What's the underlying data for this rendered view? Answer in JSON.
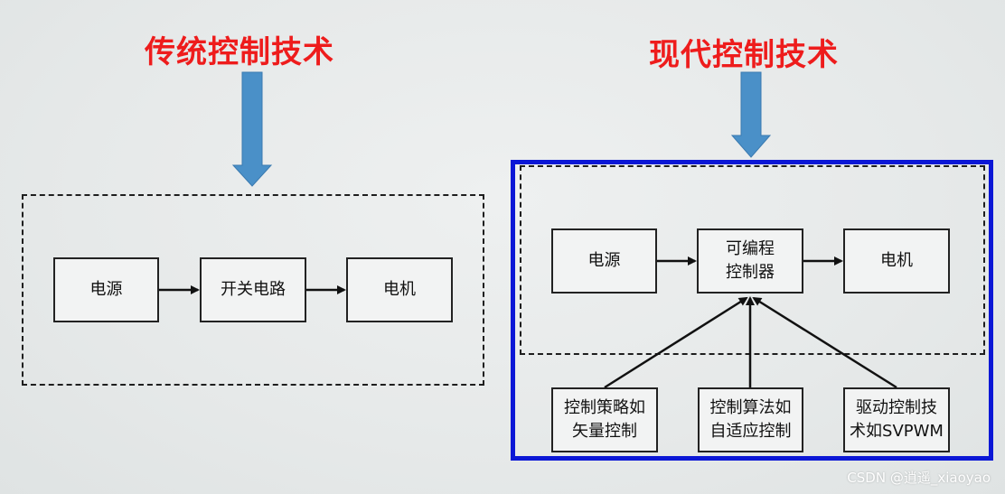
{
  "left": {
    "title": "传统控制技术",
    "boxes": {
      "power": "电源",
      "switch": "开关电路",
      "motor": "电机"
    }
  },
  "right": {
    "title": "现代控制技术",
    "boxes": {
      "power": "电源",
      "controller": "可编程\n控制器",
      "motor": "电机",
      "strategy": "控制策略如\n矢量控制",
      "algorithm": "控制算法如\n自适应控制",
      "drive": "驱动控制技\n术如SVPWM"
    }
  },
  "watermark": "CSDN @逍遥_xiaoyao",
  "colors": {
    "title": "#ee1c1c",
    "arrow_blue": "#4a90c8",
    "frame_blue": "#0b17d6"
  }
}
